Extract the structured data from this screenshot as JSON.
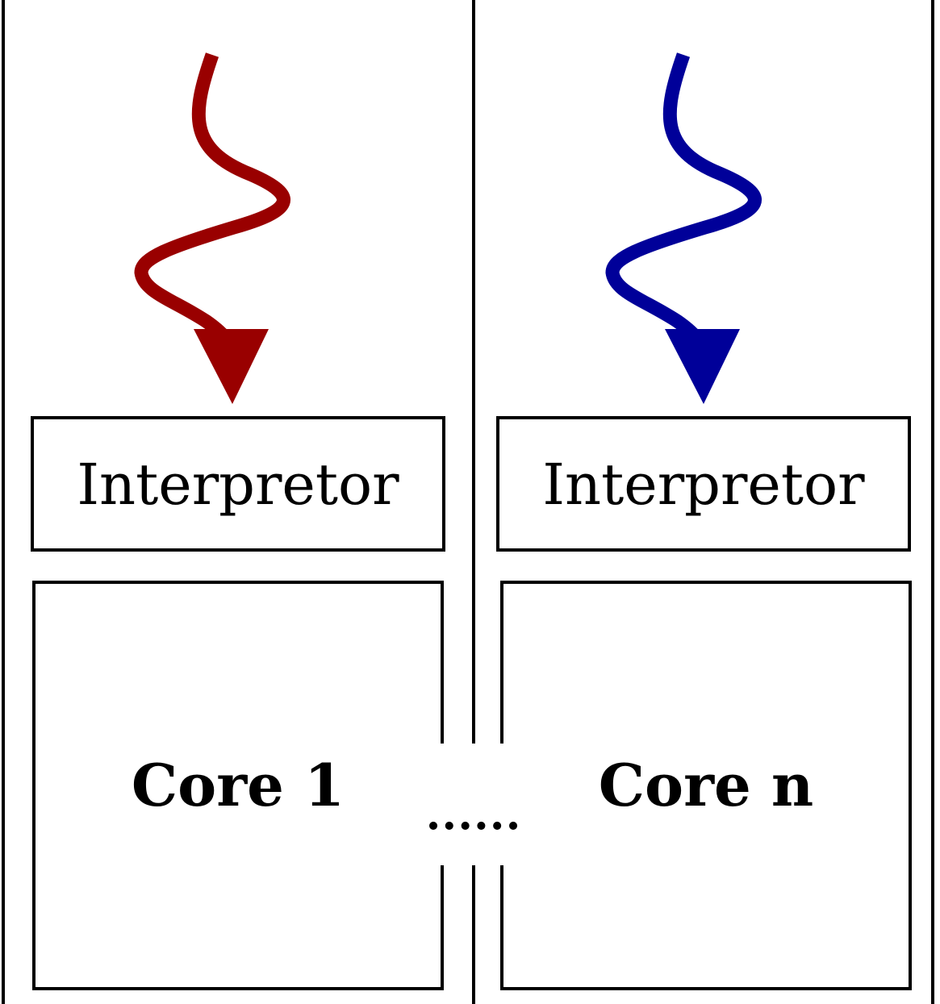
{
  "interpreters": [
    {
      "label": "Interpretor",
      "arrow_color": "#990000"
    },
    {
      "label": "Interpretor",
      "arrow_color": "#000099"
    }
  ],
  "cores": [
    {
      "label": "Core 1"
    },
    {
      "label": "Core n"
    }
  ],
  "ellipsis": "......",
  "colors": {
    "line": "#000000",
    "arrow_left": "#990000",
    "arrow_right": "#000099"
  }
}
